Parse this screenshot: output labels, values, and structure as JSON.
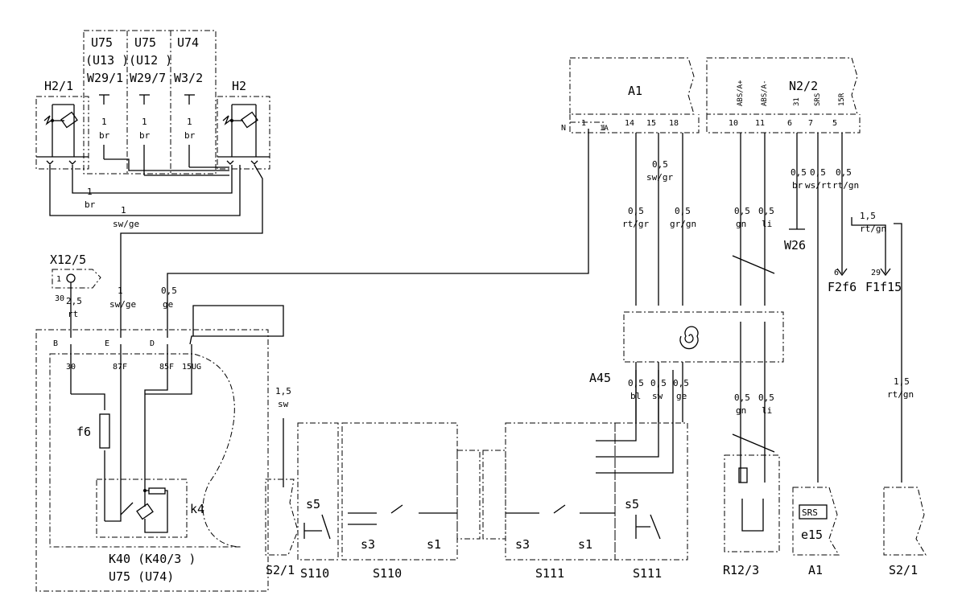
{
  "labels": {
    "h21": "H2/1",
    "h2": "H2",
    "u75a": "U75",
    "u13": "(U13 )",
    "w291": "W29/1",
    "u75b": "U75",
    "u12": "(U12 )",
    "w297": "W29/7",
    "u74": "U74",
    "w32": "W3/2",
    "br": "br",
    "one": "1",
    "x125": "X12/5",
    "a1top": "A1",
    "n22": "N2/2",
    "n": "N",
    "w26": "W26",
    "f2f6": "F2f6",
    "f1f15": "F1f15",
    "a45": "A45",
    "f6": "f6",
    "k4": "k4",
    "k40": "K40 (K40/3 )",
    "u75u74": "U75 (U74)",
    "s21a": "S2/1",
    "s110a": "S110",
    "s110b": "S110",
    "s111a": "S111",
    "s111b": "S111",
    "r123": "R12/3",
    "a1b": "A1",
    "s21b": "S2/1",
    "s5": "s5",
    "s3": "s3",
    "s1": "s1",
    "e15": "e15",
    "srs": "SRS"
  },
  "wires": {
    "gauge_05": "0,5",
    "gauge_1": "1",
    "gauge_15": "1,5",
    "gauge_25": "2,5",
    "sw_ge": "sw/ge",
    "ge": "ge",
    "rt": "rt",
    "sw": "sw",
    "sw_gr": "sw/gr",
    "rt_gr": "rt/gr",
    "gr_gn": "gr/gn",
    "gn": "gn",
    "li": "li",
    "ws_rt": "ws/rt",
    "rt_gn": "rt/gn",
    "bl": "bl"
  },
  "pins": {
    "k40_pins": [
      "B",
      "E",
      "D"
    ],
    "k40_terms": [
      "30",
      "87F",
      "85F",
      "15UG"
    ],
    "x125_pin": "30",
    "a1_pins": [
      "1",
      "14",
      "15",
      "18"
    ],
    "a1_sub": "1A",
    "n22_pins": [
      "10",
      "11",
      "6",
      "7",
      "5"
    ],
    "n22_tags": [
      "ABS/A+",
      "ABS/A-",
      "31",
      "SRS",
      "15R"
    ],
    "f2_pin": "6",
    "f1_pin": "29"
  }
}
